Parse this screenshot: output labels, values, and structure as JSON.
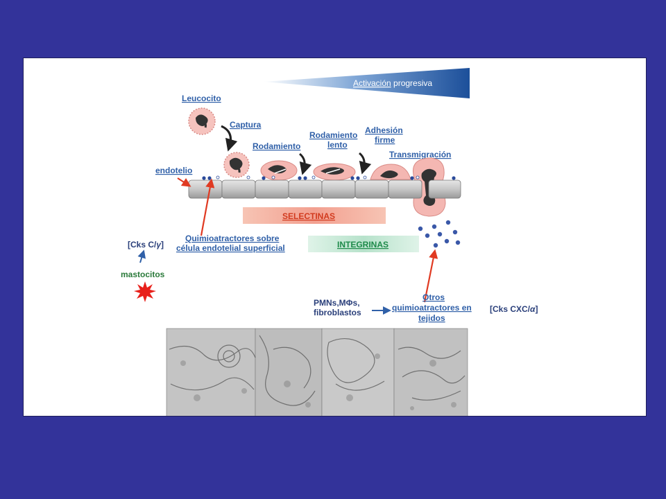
{
  "activation": {
    "highlight": "Activación",
    "rest": " progresiva"
  },
  "stages": {
    "leucocito": "Leucocito",
    "captura": "Captura",
    "rodamiento": "Rodamiento",
    "rodamiento_lento_1": "Rodamiento",
    "rodamiento_lento_2": "lento",
    "adhesion_1": "Adhesión",
    "adhesion_2": "firme",
    "transmigracion": "Transmigración",
    "endotelio": "endotelio"
  },
  "bands": {
    "selectinas": "SELECTINAS",
    "integrinas": "INTEGRINAS"
  },
  "chemo": {
    "surface_1": "Quimioatractores sobre",
    "surface_2": "célula endotelial superficial",
    "cks_c": "[Cks C/",
    "cks_c_greek": "γ",
    "cks_c_end": "]",
    "mastocitos": "mastocitos",
    "pmn_1": "PMNs,MΦs,",
    "pmn_2": "fibroblastos",
    "otros_1": "Otros",
    "otros_2": "quimioatractores en",
    "otros_3": "tejidos",
    "cks_cxc": "[Cks CXC/",
    "cks_cxc_greek": "α",
    "cks_cxc_end": "]"
  },
  "colors": {
    "background": "#33339a",
    "label_blue": "#3060a8",
    "selectinas_band": "#f2a896",
    "selectinas_text": "#d23a1e",
    "integrinas_band": "#bfe5d2",
    "integrinas_text": "#1e8a4a",
    "arrow_red": "#e03a22",
    "burst_red": "#e8201a",
    "cell_pink": "#f4b7b2",
    "mastocitos_green": "#2a7a3a"
  }
}
